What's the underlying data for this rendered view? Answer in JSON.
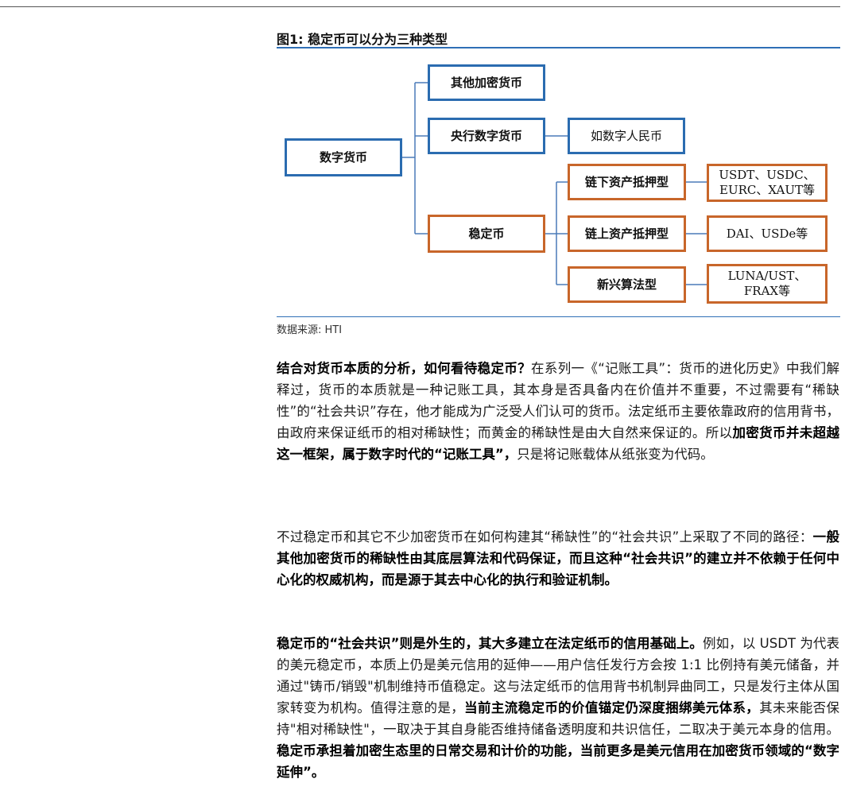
{
  "figure": {
    "title": "图1: 稳定币可以分为三种类型",
    "source": "数据来源: HTI",
    "nodes": {
      "root": "数字货币",
      "other_crypto": "其他加密货币",
      "cbdc": "央行数字货币",
      "cbdc_example": "如数字人民币",
      "stablecoin": "稳定币",
      "offchain": "链下资产抵押型",
      "offchain_examples": "USDT、USDC、EURC、XAUT等",
      "onchain": "链上资产抵押型",
      "onchain_examples": "DAI、USDe等",
      "algorithmic": "新兴算法型",
      "algorithmic_examples": "LUNA/UST、FRAX等"
    }
  },
  "paragraphs": [
    {
      "segments": [
        {
          "text": "结合对货币本质的分析，如何看待稳定币？",
          "bold": true
        },
        {
          "text": "在系列一《“记账工具”：货币的进化历史》中我们解释过，货币的本质就是一种记账工具，其本身是否具备内在价值并不重要，不过需要有“稀缺性”的“社会共识”存在，他才能成为广泛受人们认可的货币。法定纸币主要依靠政府的信用背书，由政府来保证纸币的相对稀缺性；而黄金的稀缺性是由大自然来保证的。所以",
          "bold": false
        },
        {
          "text": "加密货币并未超越这一框架，属于数字时代的“记账工具”，",
          "bold": true
        },
        {
          "text": "只是将记账载体从纸张变为代码。",
          "bold": false
        }
      ]
    },
    {
      "segments": [
        {
          "text": "不过稳定币和其它不少加密货币在如何构建其“稀缺性”的“社会共识”上采取了不同的路径：",
          "bold": false
        },
        {
          "text": "一般其他加密货币的稀缺性由其底层算法和代码保证，而且这种“社会共识”的建立并不依赖于任何中心化的权威机构，而是源于其去中心化的执行和验证机制。",
          "bold": true
        }
      ]
    },
    {
      "segments": [
        {
          "text": "稳定币的“社会共识”则是外生的，其大多建立在法定纸币的信用基础上。",
          "bold": true
        },
        {
          "text": "例如，以 USDT 为代表的美元稳定币，本质上仍是美元信用的延伸——用户信任发行方会按 1:1 比例持有美元储备，并通过\"铸币/销毁\"机制维持币值稳定。这与法定纸币的信用背书机制异曲同工，只是发行主体从国家转变为机构。值得注意的是，",
          "bold": false
        },
        {
          "text": "当前主流稳定币的价值锚定仍深度捆绑美元体系，",
          "bold": true
        },
        {
          "text": "其未来能否保持\"相对稀缺性\"，一取决于其自身能否维持储备透明度和共识信任，二取决于美元本身的信用。",
          "bold": false
        },
        {
          "text": "稳定币承担着加密生态里的日常交易和计价的功能，当前更多是美元信用在加密货币领域的“数字延伸”。",
          "bold": true
        }
      ]
    }
  ]
}
